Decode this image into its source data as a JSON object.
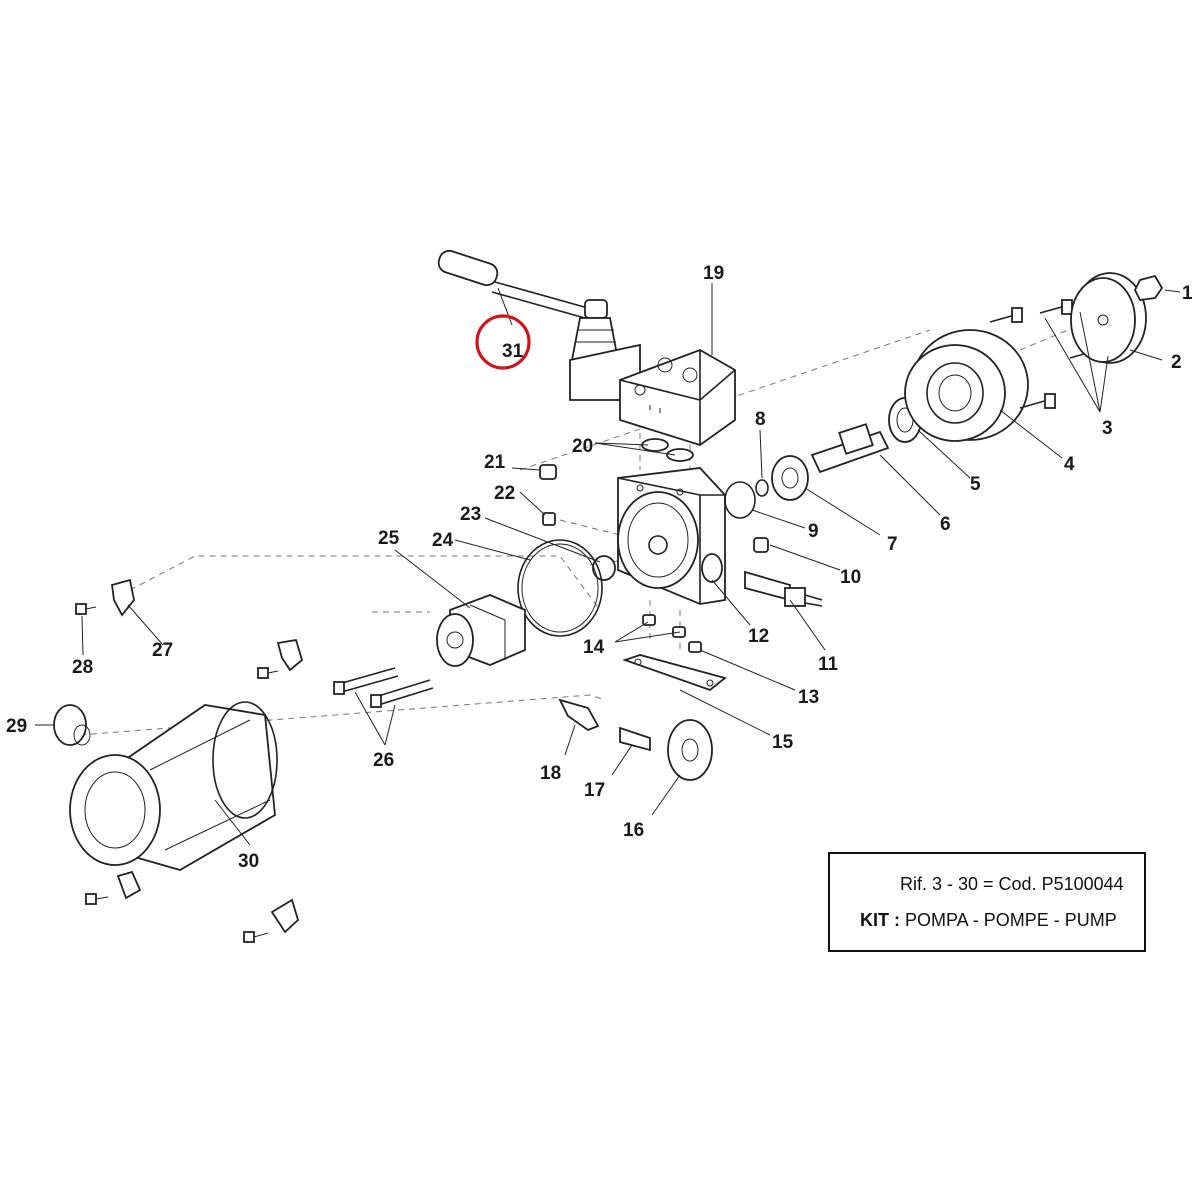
{
  "callouts": {
    "c1": "1",
    "c2": "2",
    "c3": "3",
    "c4": "4",
    "c5": "5",
    "c6": "6",
    "c7": "7",
    "c8": "8",
    "c9": "9",
    "c10": "10",
    "c11": "11",
    "c12": "12",
    "c13": "13",
    "c14": "14",
    "c15": "15",
    "c16": "16",
    "c17": "17",
    "c18": "18",
    "c19": "19",
    "c20": "20",
    "c21": "21",
    "c22": "22",
    "c23": "23",
    "c24": "24",
    "c25": "25",
    "c26": "26",
    "c27": "27",
    "c28": "28",
    "c29": "29",
    "c30": "30",
    "c31": "31"
  },
  "highlight": {
    "target_callout": "31",
    "color": "#d0141c"
  },
  "legend": {
    "ref_text": "Rif. 3 - 30 = Cod.",
    "ref_code": "P5100044",
    "kit_label": "KIT :",
    "kit_text": "POMPA - POMPE - PUMP"
  }
}
